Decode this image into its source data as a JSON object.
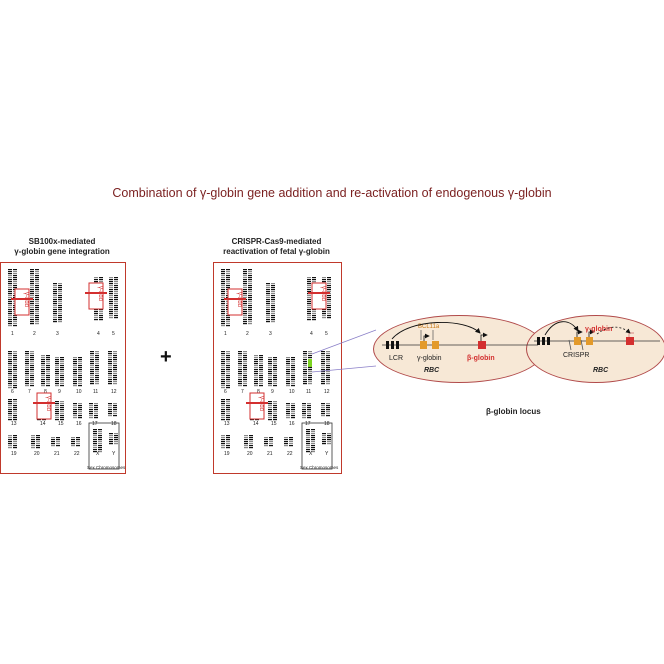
{
  "title": "Combination of γ-globin gene addition and re-activation of endogenous γ-globin",
  "left_panel": {
    "title_line1": "SB100x-mediated",
    "title_line2": "γ-globin gene integration"
  },
  "right_panel": {
    "title_line1": "CRISPR-Cas9-mediated",
    "title_line2": "reactivation of fetal γ-globin"
  },
  "plus": "+",
  "karyotype": {
    "chromosome_numbers": [
      "1",
      "2",
      "3",
      "4",
      "5",
      "6",
      "7",
      "8",
      "9",
      "10",
      "11",
      "12",
      "13",
      "14",
      "15",
      "16",
      "17",
      "18",
      "19",
      "20",
      "21",
      "22",
      "X",
      "Y"
    ],
    "sex_chromosomes_label": "Sex Chromosomes",
    "insert_label": "γ-add"
  },
  "locus_diagram_1": {
    "lcr": "LCR",
    "bcl11a": "BCL11a",
    "gamma_globin": "γ-globin",
    "beta_globin": "β-globin",
    "cell": "RBC"
  },
  "locus_diagram_2": {
    "gamma_globin": "γ-globin",
    "crispr": "CRISPR",
    "cell": "RBC"
  },
  "locus_label": "β-globin locus",
  "colors": {
    "title": "#7a1f1f",
    "frame": "#c0392b",
    "red_box": "#d32f2f",
    "orange_box": "#e39a2b",
    "ellipse_fill": "#f7e8d6",
    "highlight": "#7cd321",
    "connector": "#8a7fc8"
  }
}
